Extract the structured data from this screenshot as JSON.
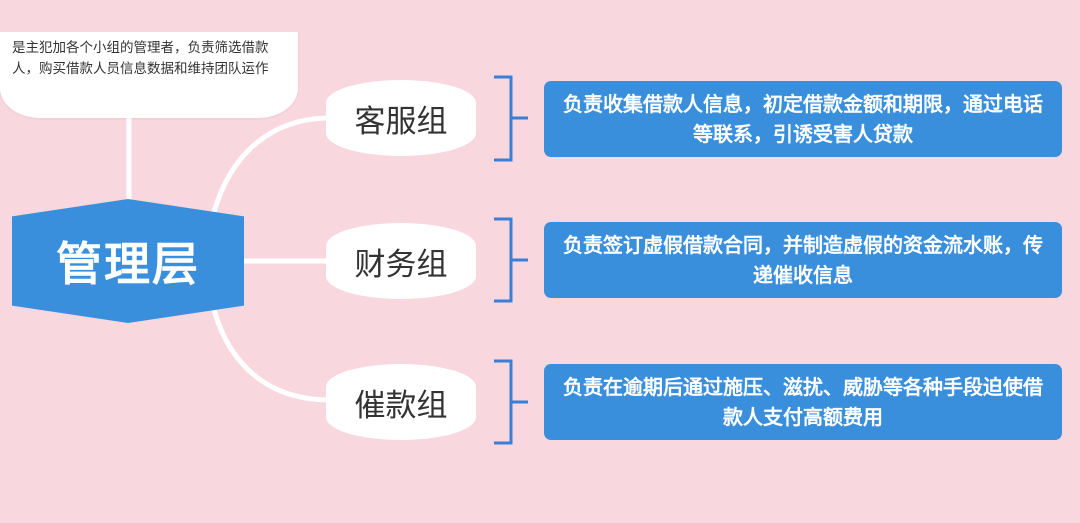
{
  "note": {
    "text": "是主犯加各个小组的管理者，负责筛选借款人，购买借款人员信息数据和维持团队运作"
  },
  "root": {
    "label": "管理层"
  },
  "groups": [
    {
      "label": "客服组",
      "description": "负责收集借款人信息，初定借款金额和期限，通过电话等联系，引诱受害人贷款"
    },
    {
      "label": "财务组",
      "description": "负责签订虚假借款合同，并制造虚假的资金流水账，传递催收信息"
    },
    {
      "label": "催款组",
      "description": "负责在逾期后通过施压、滋扰、威胁等各种手段迫使借款人支付高额费用"
    }
  ],
  "colors": {
    "background": "#f9d7df",
    "node_blue": "#3a8fdc",
    "bracket_blue": "#3a7fd5",
    "connector": "#ffffff"
  }
}
